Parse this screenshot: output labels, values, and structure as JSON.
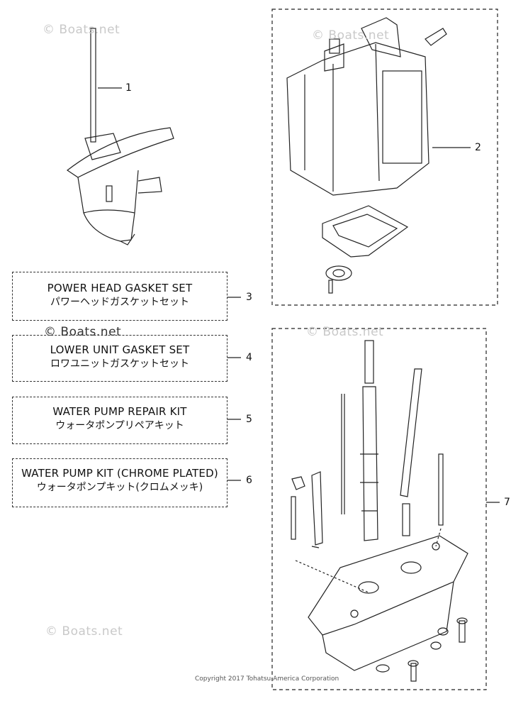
{
  "callouts": [
    "1",
    "2",
    "3",
    "4",
    "5",
    "6",
    "7"
  ],
  "kits": [
    {
      "en": "POWER HEAD GASKET SET",
      "jp": "パワーヘッドガスケットセット"
    },
    {
      "en": "LOWER UNIT GASKET SET",
      "jp": "ロワユニットガスケットセット"
    },
    {
      "en": "WATER PUMP REPAIR KIT",
      "jp": "ウォータポンプリペアキット"
    },
    {
      "en": "WATER PUMP KIT (CHROME PLATED)",
      "jp": "ウォータポンプキット(クロムメッキ)"
    }
  ],
  "watermarks": [
    "© Boats.net",
    "© Boats.net",
    "© Boats.net",
    "© Boats.net",
    "© Boats.net"
  ],
  "copyright": "Copyright 2017 Tohatsu America Corporation"
}
